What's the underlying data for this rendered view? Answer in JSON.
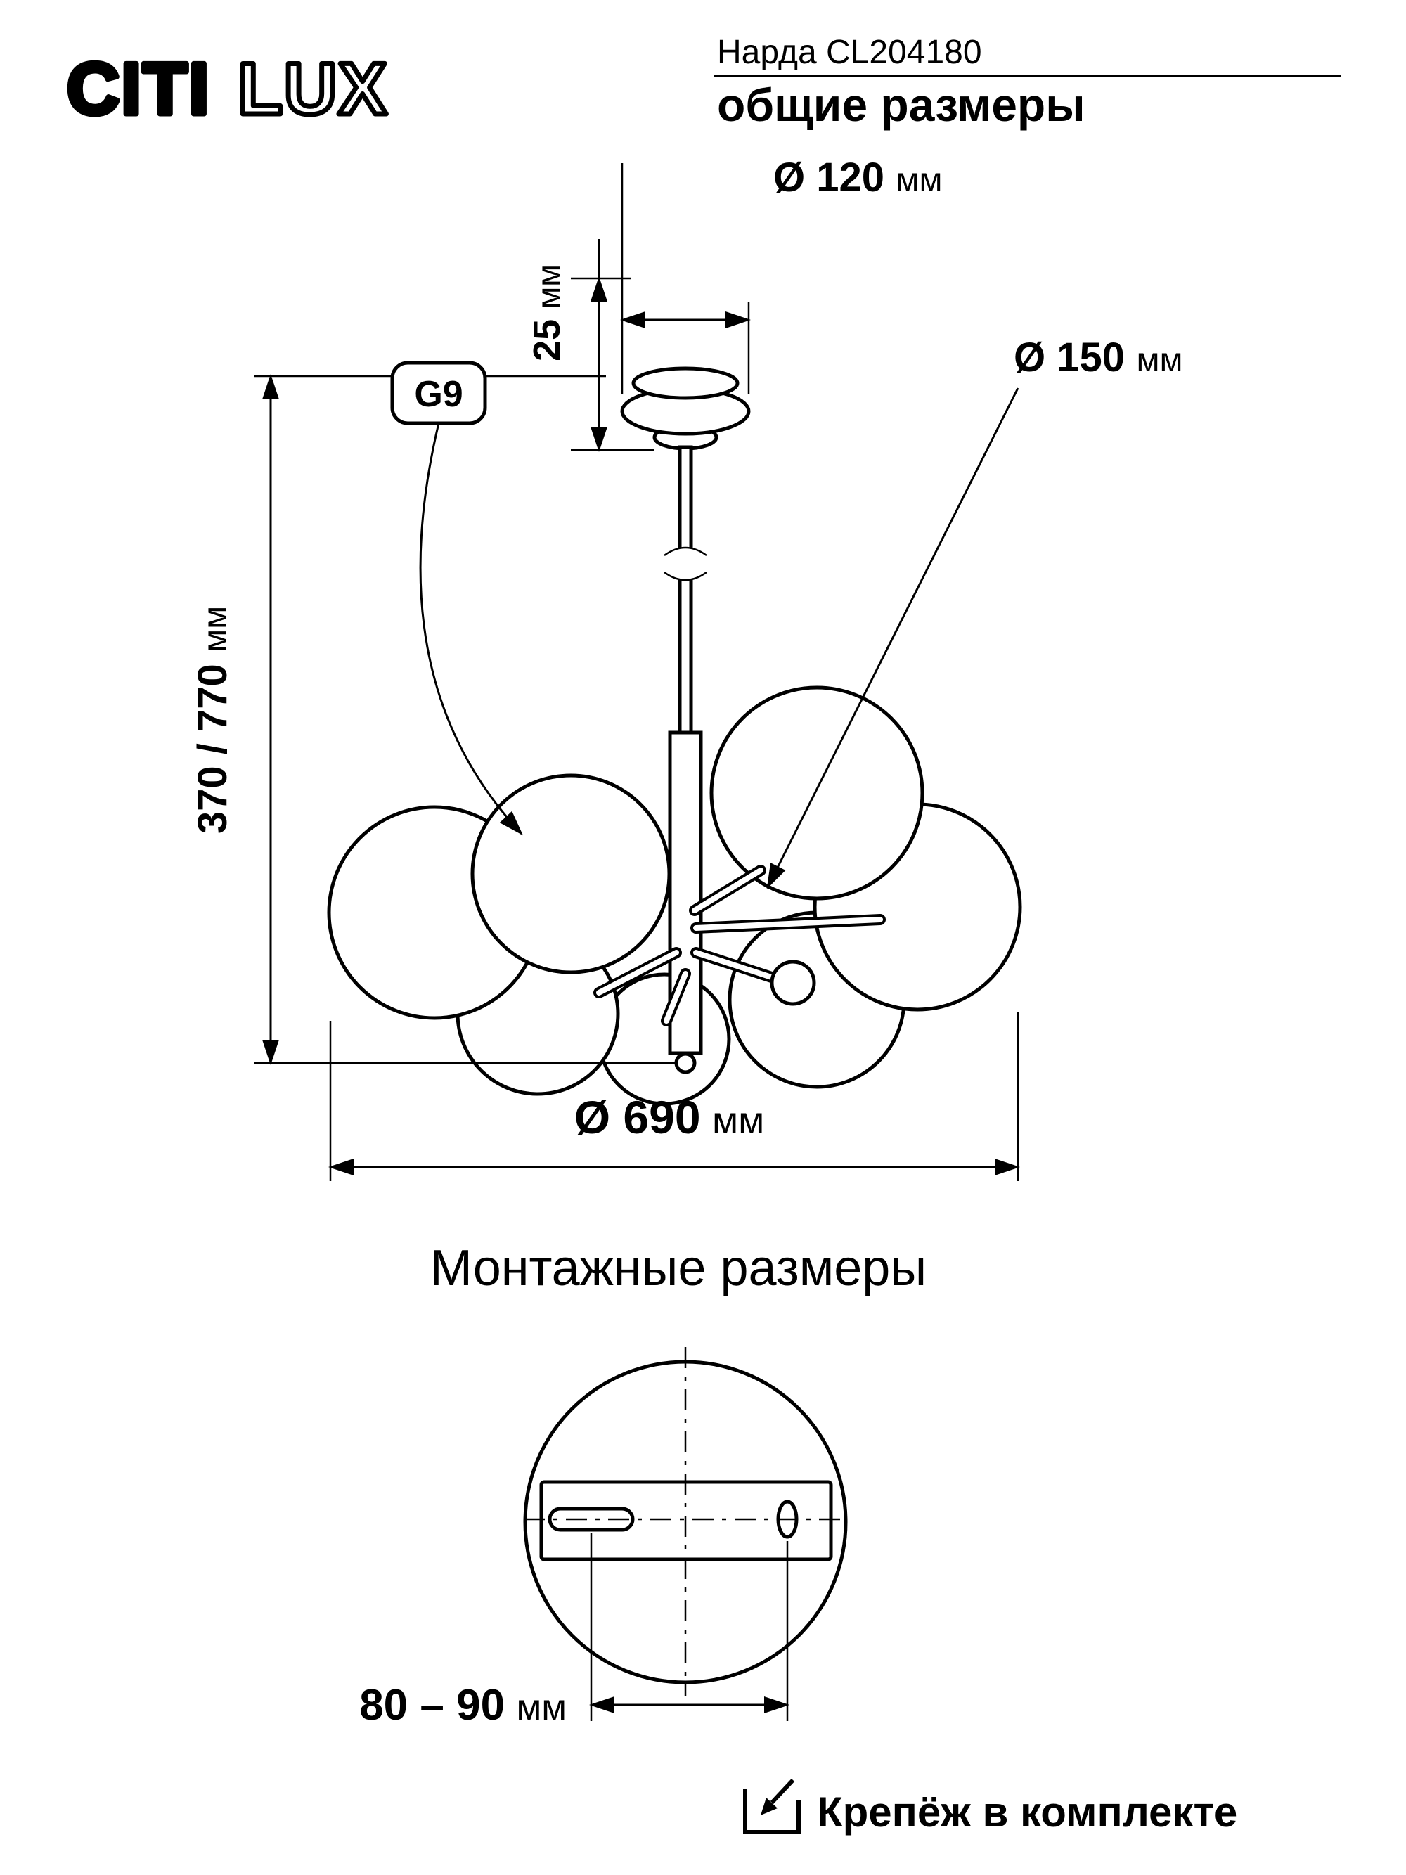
{
  "header": {
    "brand_part1": "CITI",
    "brand_part2": "LUX",
    "model": "Нарда CL204180",
    "subtitle": "общие размеры"
  },
  "dimensions": {
    "canopy_diameter": {
      "value": "Ø 120",
      "unit": "мм"
    },
    "canopy_height": {
      "value": "25",
      "unit": "мм"
    },
    "total_height": {
      "value": "370 / 770",
      "unit": "мм"
    },
    "shade_diameter": {
      "value": "Ø 150",
      "unit": "мм"
    },
    "fixture_diameter": {
      "value": "Ø 690",
      "unit": "мм"
    },
    "socket_type": "G9"
  },
  "mounting": {
    "title": "Монтажные размеры",
    "hole_spacing": {
      "value": "80 – 90",
      "unit": "мм"
    }
  },
  "footer": {
    "note": "Крепёж в комплекте"
  },
  "colors": {
    "ink": "#000000",
    "background": "#ffffff"
  }
}
